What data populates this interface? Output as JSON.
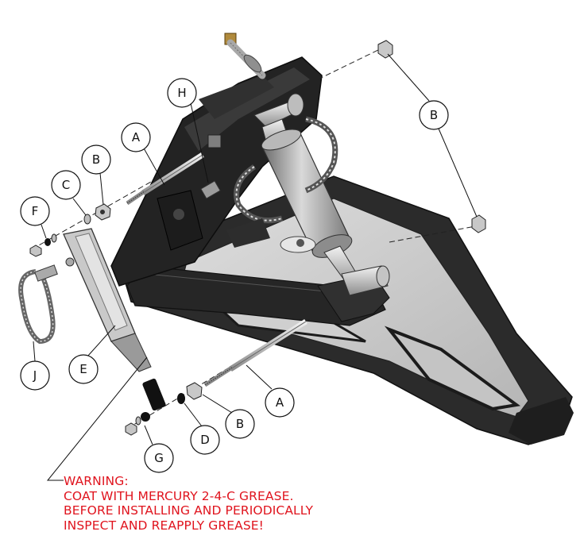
{
  "callouts": {
    "a_left": "A",
    "a_bottom": "A",
    "b_top_right": "B",
    "b_left": "B",
    "b_bottom": "B",
    "c": "C",
    "d": "D",
    "e": "E",
    "f": "F",
    "g": "G",
    "h": "H",
    "j": "J"
  },
  "warning": {
    "line1": "WARNING:",
    "line2": "COAT WITH MERCURY 2-4-C GREASE.",
    "line3": "BEFORE INSTALLING AND PERIODICALLY",
    "line4": "INSPECT AND REAPPLY GREASE!"
  },
  "colors": {
    "warning_text": "#e0141e",
    "frame_dark": "#262626",
    "plate_light": "#c8c8c8",
    "cylinder": "#9a9a9a"
  }
}
